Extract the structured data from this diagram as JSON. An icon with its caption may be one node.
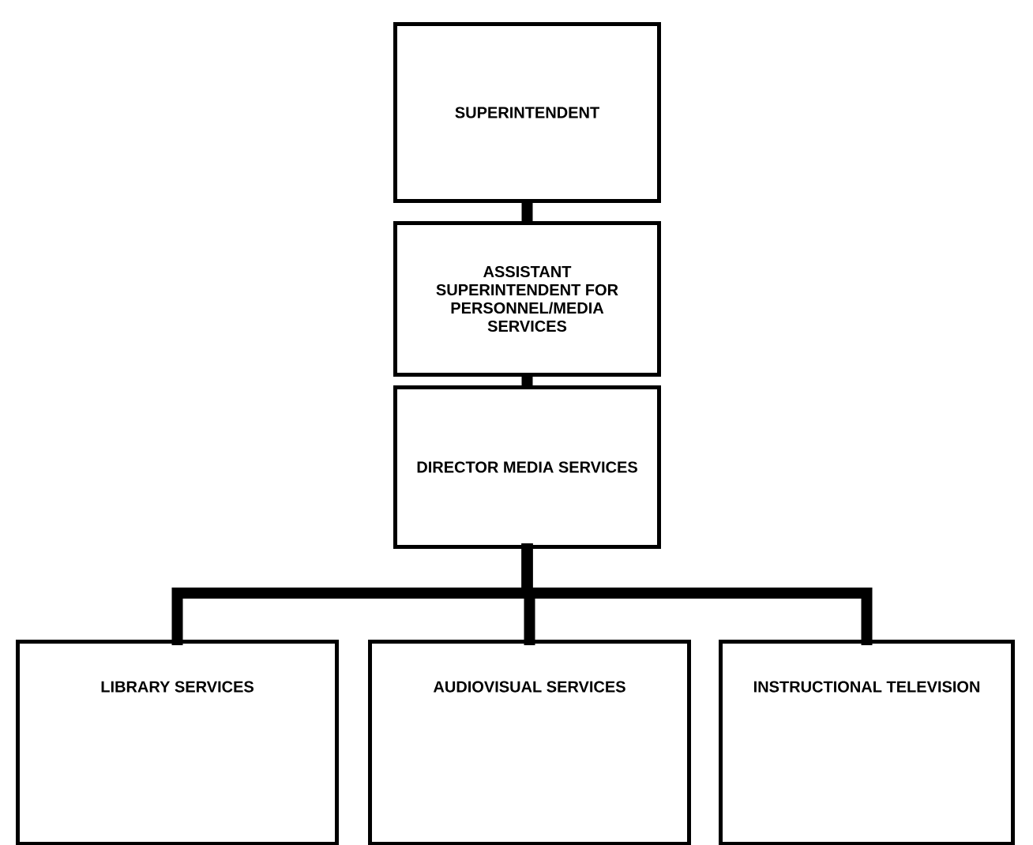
{
  "diagram": {
    "nodes": [
      {
        "text": [
          "SUPERINTENDENT"
        ]
      },
      {
        "text": [
          "ASSISTANT SUPERINTENDENT FOR PERSONNEL/MEDIA SERVICES"
        ]
      },
      {
        "text": [
          "DIRECTOR MEDIA SERVICES"
        ]
      },
      {
        "text": [
          "LIBRARY SERVICES"
        ]
      },
      {
        "text": [
          "AUDIOVISUAL SERVICES"
        ]
      },
      {
        "text": [
          "INSTRUCTIONAL TELEVISION"
        ]
      }
    ],
    "edges": [
      {
        "from": 0,
        "to": 1,
        "arrow": "none"
      },
      {
        "from": 1,
        "to": 2,
        "arrow": "none"
      },
      {
        "from": 2,
        "to": 3,
        "arrow": "none"
      },
      {
        "from": 2,
        "to": 4,
        "arrow": "none"
      },
      {
        "from": 2,
        "to": 5,
        "arrow": "none"
      }
    ]
  }
}
